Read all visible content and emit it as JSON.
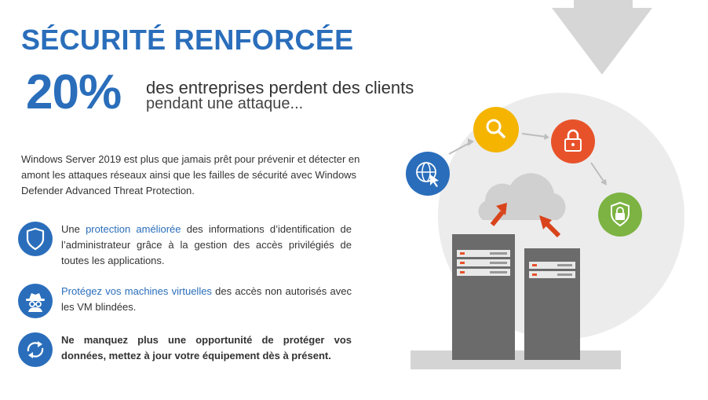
{
  "header": {
    "title": "SÉCURITÉ RENFORCÉE",
    "stat_value": "20%",
    "stat_line1": "des entreprises perdent des clients",
    "stat_line2": "pendant une attaque..."
  },
  "intro": "Windows Server 2019 est plus que jamais prêt pour prévenir et détecter en amont les attaques réseaux ainsi que les failles de sécurité avec Windows Defender Advanced Threat Protection.",
  "features": [
    {
      "icon": "shield-icon",
      "before": "Une ",
      "highlight": "protection améliorée",
      "after": " des informations d’identification de l’administrateur grâce à la gestion des accès privilégiés de toutes les applications."
    },
    {
      "icon": "spy-icon",
      "highlight": "Protégez vos machines virtuelles",
      "after": " des accès non autorisés avec les VM blindées."
    },
    {
      "icon": "refresh-icon",
      "text": "Ne manquez plus une opportunité de protéger vos données, mettez à jour votre équipement dès à présent."
    }
  ],
  "illustration": {
    "icons": [
      "globe-icon",
      "search-icon",
      "lock-icon",
      "shield-lock-icon",
      "cloud-icon",
      "server-icon",
      "arrow-down-icon"
    ],
    "colors": {
      "brand_blue": "#2a6ebb",
      "yellow": "#f4b400",
      "orange_red": "#e8522a",
      "green": "#7cb342",
      "arrow_red": "#d9441c",
      "grey": "#d9d9d9",
      "server": "#6b6b6b"
    }
  }
}
